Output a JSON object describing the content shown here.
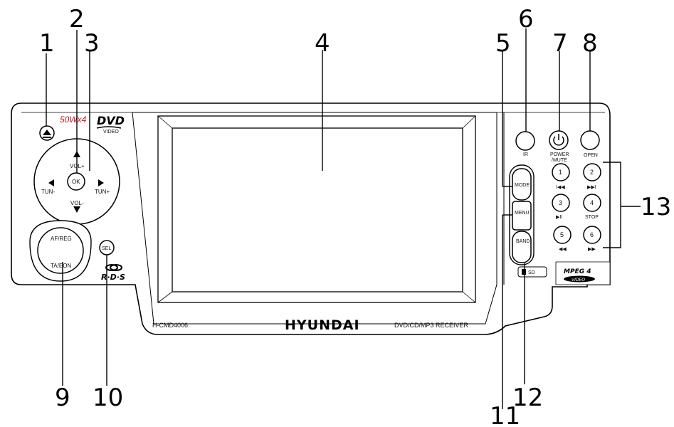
{
  "callouts": [
    "1",
    "2",
    "3",
    "4",
    "5",
    "6",
    "7",
    "8",
    "9",
    "10",
    "11",
    "12",
    "13"
  ],
  "panel": {
    "power_rating": "50Wx4",
    "dvd_logo": "DVD",
    "dvd_sub": "VIDEO",
    "model": "H-CMD4006",
    "brand": "HYUNDAI",
    "receiver": "DVD/CD/MP3 RECEIVER",
    "rds": "R·D·S"
  },
  "left_controls": {
    "vol_up": "VOL+",
    "vol_down": "VOL-",
    "tun_down": "TUN-",
    "tun_up": "TUN+",
    "ok": "OK",
    "af_reg": "AF/REG",
    "ta_eon": "TA/EON",
    "sel": "SEL"
  },
  "side_buttons": {
    "mode": "MODE",
    "menu": "MENU",
    "band": "BAND"
  },
  "right_controls": {
    "ir": "IR",
    "power": "POWER",
    "mute": "/MUTE",
    "open": "OPEN",
    "sd": "SD",
    "mpeg": "MPEG 4",
    "mpeg_sub": "VIDEO"
  },
  "presets": [
    {
      "num": "1",
      "sub": "I◀◀"
    },
    {
      "num": "2",
      "sub": "▶▶I"
    },
    {
      "num": "3",
      "sub": "▶II"
    },
    {
      "num": "4",
      "sub": "STOP"
    },
    {
      "num": "5",
      "sub": "◀◀"
    },
    {
      "num": "6",
      "sub": "▶▶"
    }
  ]
}
